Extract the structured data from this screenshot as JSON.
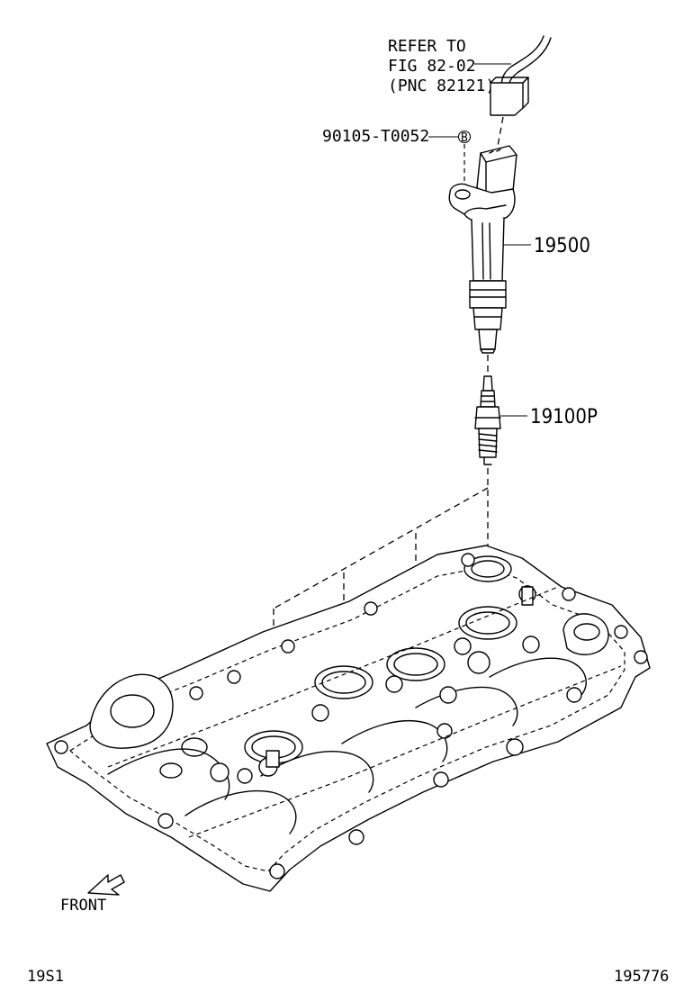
{
  "diagram": {
    "reference": {
      "line1": "REFER TO",
      "line2": "FIG 82-02",
      "line3": "(PNC 82121)"
    },
    "parts": [
      {
        "id": "bolt",
        "number": "90105-T0052",
        "marker": "B"
      },
      {
        "id": "ignition-coil",
        "number": "19500"
      },
      {
        "id": "spark-plug",
        "number": "19100P"
      }
    ],
    "front_label": "FRONT",
    "footer": {
      "left_code": "19S1",
      "right_code": "195776"
    }
  }
}
